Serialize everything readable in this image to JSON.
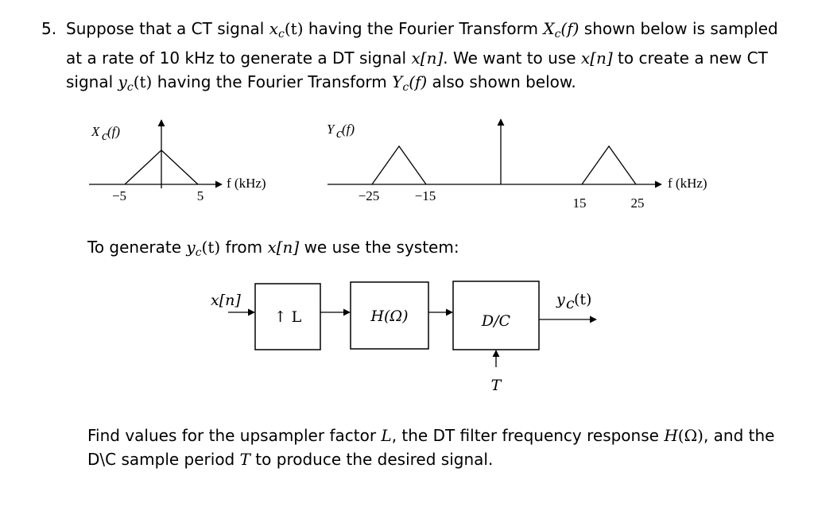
{
  "problem": {
    "number": "5.",
    "p1_a": "Suppose that a CT signal ",
    "xc_sym": "x",
    "c": "c",
    "t_arg": "(t)",
    "p1_b": " having the Fourier Transform ",
    "Xc_sym": "X",
    "f_arg": "(f)",
    "p1_c": " shown below is sampled at a rate of 10 kHz to generate a DT signal ",
    "xn": "x[n]",
    "p1_d": ". We want to use ",
    "p1_e": " to create a new CT signal ",
    "yc_sym": "y",
    "p1_f": " having the Fourier Transform ",
    "Yc_sym": "Y",
    "p1_g": " also shown below."
  },
  "plot_x": {
    "ylabel_sym": "X",
    "ylabel_sub": "c",
    "ylabel_arg": "(f)",
    "axis_label": "f (kHz)",
    "tick_neg": "−5",
    "tick_pos": "5"
  },
  "plot_y": {
    "ylabel_sym": "Y",
    "ylabel_sub": "c",
    "ylabel_arg": "(f)",
    "axis_label": "f (kHz)",
    "tick_m25": "−25",
    "tick_m15": "−15",
    "tick_15": "15",
    "tick_25": "25"
  },
  "system": {
    "intro_a": "To generate ",
    "intro_b": " from ",
    "intro_c": " we use the system:",
    "input_label": "x[n]",
    "upsampler_label": "↑ L",
    "filter_label": "H(Ω)",
    "dc_label": "D/C",
    "output_label": "y",
    "output_sub": "c",
    "output_arg": "(t)",
    "period_label": "T"
  },
  "question": {
    "q_a": "Find values for the upsampler factor ",
    "L": "L",
    "q_b": ", the DT filter frequency response ",
    "H": "H",
    "H_arg": "(Ω)",
    "q_c": ", and the D\\C sample period ",
    "T": "T",
    "q_d": " to produce the desired signal."
  }
}
